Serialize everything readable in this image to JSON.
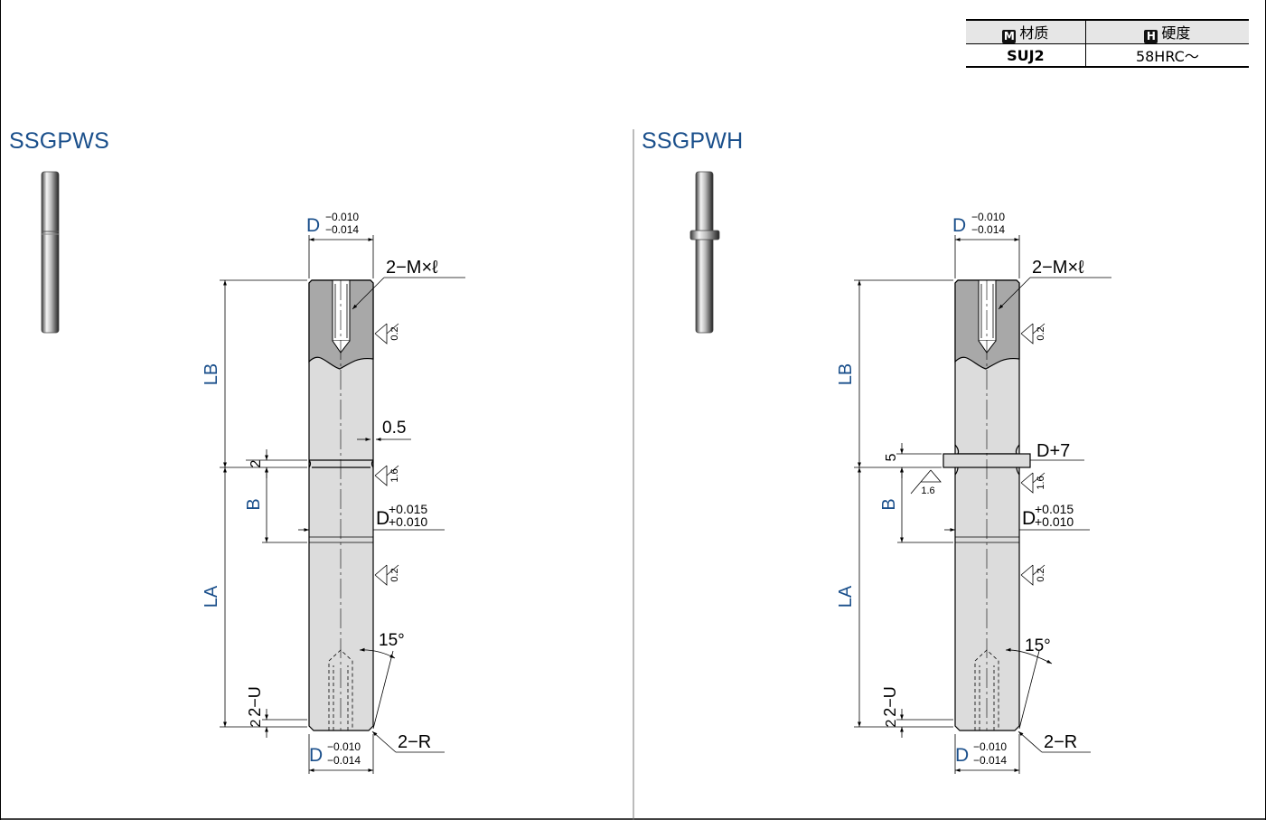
{
  "spec_table": {
    "material_badge": "M",
    "material_header": "材质",
    "hardness_badge": "H",
    "hardness_header": "硬度",
    "material_value": "SUJ2",
    "hardness_value": "58HRC～"
  },
  "panels": {
    "left": {
      "title": "SSGPWS",
      "tol_top_base": "D",
      "tol_top_upper": "−0.010",
      "tol_top_lower": "−0.014",
      "thread_callout": "2−M×ℓ",
      "lb": "LB",
      "groove_offset": "0.5",
      "groove_width": "2",
      "b": "B",
      "fit_base": "D",
      "fit_upper": "+0.015",
      "fit_lower": "+0.010",
      "la": "LA",
      "angle": "15°",
      "u_callout": "2−U",
      "chamfer_width": "2",
      "radius_callout": "2−R",
      "tol_bot_base": "D",
      "tol_bot_upper": "−0.010",
      "tol_bot_lower": "−0.014",
      "rough_1": "0.2",
      "rough_2": "1.6",
      "rough_3": "0.2"
    },
    "right": {
      "title": "SSGPWH",
      "tol_top_base": "D",
      "tol_top_upper": "−0.010",
      "tol_top_lower": "−0.014",
      "thread_callout": "2−M×ℓ",
      "lb": "LB",
      "flange_width": "5",
      "flange_dia": "D+7",
      "b": "B",
      "fit_base": "D",
      "fit_upper": "+0.015",
      "fit_lower": "+0.010",
      "la": "LA",
      "angle": "15°",
      "u_callout": "2−U",
      "chamfer_width": "2",
      "radius_callout": "2−R",
      "tol_bot_base": "D",
      "tol_bot_upper": "−0.010",
      "tol_bot_lower": "−0.014",
      "rough_1": "0.2",
      "rough_flange": "1.6",
      "rough_2": "1.6",
      "rough_3": "0.2"
    }
  },
  "colors": {
    "accent": "#1a4f8b",
    "body_fill": "#dcdcdc",
    "cutaway_fill": "#a8a8a8",
    "line": "#000000"
  }
}
